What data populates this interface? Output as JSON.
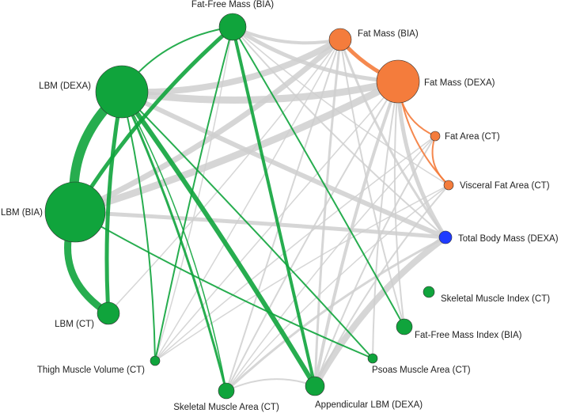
{
  "colors": {
    "lean": "#10a43c",
    "fat": "#f47c3c",
    "total": "#1f3bff",
    "neutral": "#cfcfcf"
  },
  "nodes": [
    {
      "id": "ffm-bia",
      "label": "Fat-Free Mass (BIA)",
      "group": "lean"
    },
    {
      "id": "fm-bia",
      "label": "Fat Mass (BIA)",
      "group": "fat"
    },
    {
      "id": "fm-dexa",
      "label": "Fat Mass (DEXA)",
      "group": "fat"
    },
    {
      "id": "fa-ct",
      "label": "Fat Area (CT)",
      "group": "fat"
    },
    {
      "id": "vfa-ct",
      "label": "Visceral Fat Area (CT)",
      "group": "fat"
    },
    {
      "id": "tbm-dexa",
      "label": "Total Body Mass (DEXA)",
      "group": "total"
    },
    {
      "id": "smi-ct",
      "label": "Skeletal Muscle Index (CT)",
      "group": "lean"
    },
    {
      "id": "ffmi-bia",
      "label": "Fat-Free Mass Index (BIA)",
      "group": "lean"
    },
    {
      "id": "psoas-ct",
      "label": "Psoas Muscle Area (CT)",
      "group": "lean"
    },
    {
      "id": "alm-dexa",
      "label": "Appendicular LBM (DEXA)",
      "group": "lean"
    },
    {
      "id": "sma-ct",
      "label": "Skeletal Muscle Area (CT)",
      "group": "lean"
    },
    {
      "id": "tmv-ct",
      "label": "Thigh Muscle Volume (CT)",
      "group": "lean"
    },
    {
      "id": "lbm-ct",
      "label": "LBM (CT)",
      "group": "lean"
    },
    {
      "id": "lbm-bia",
      "label": "LBM (BIA)",
      "group": "lean"
    },
    {
      "id": "lbm-dexa",
      "label": "LBM (DEXA)",
      "group": "lean"
    }
  ]
}
